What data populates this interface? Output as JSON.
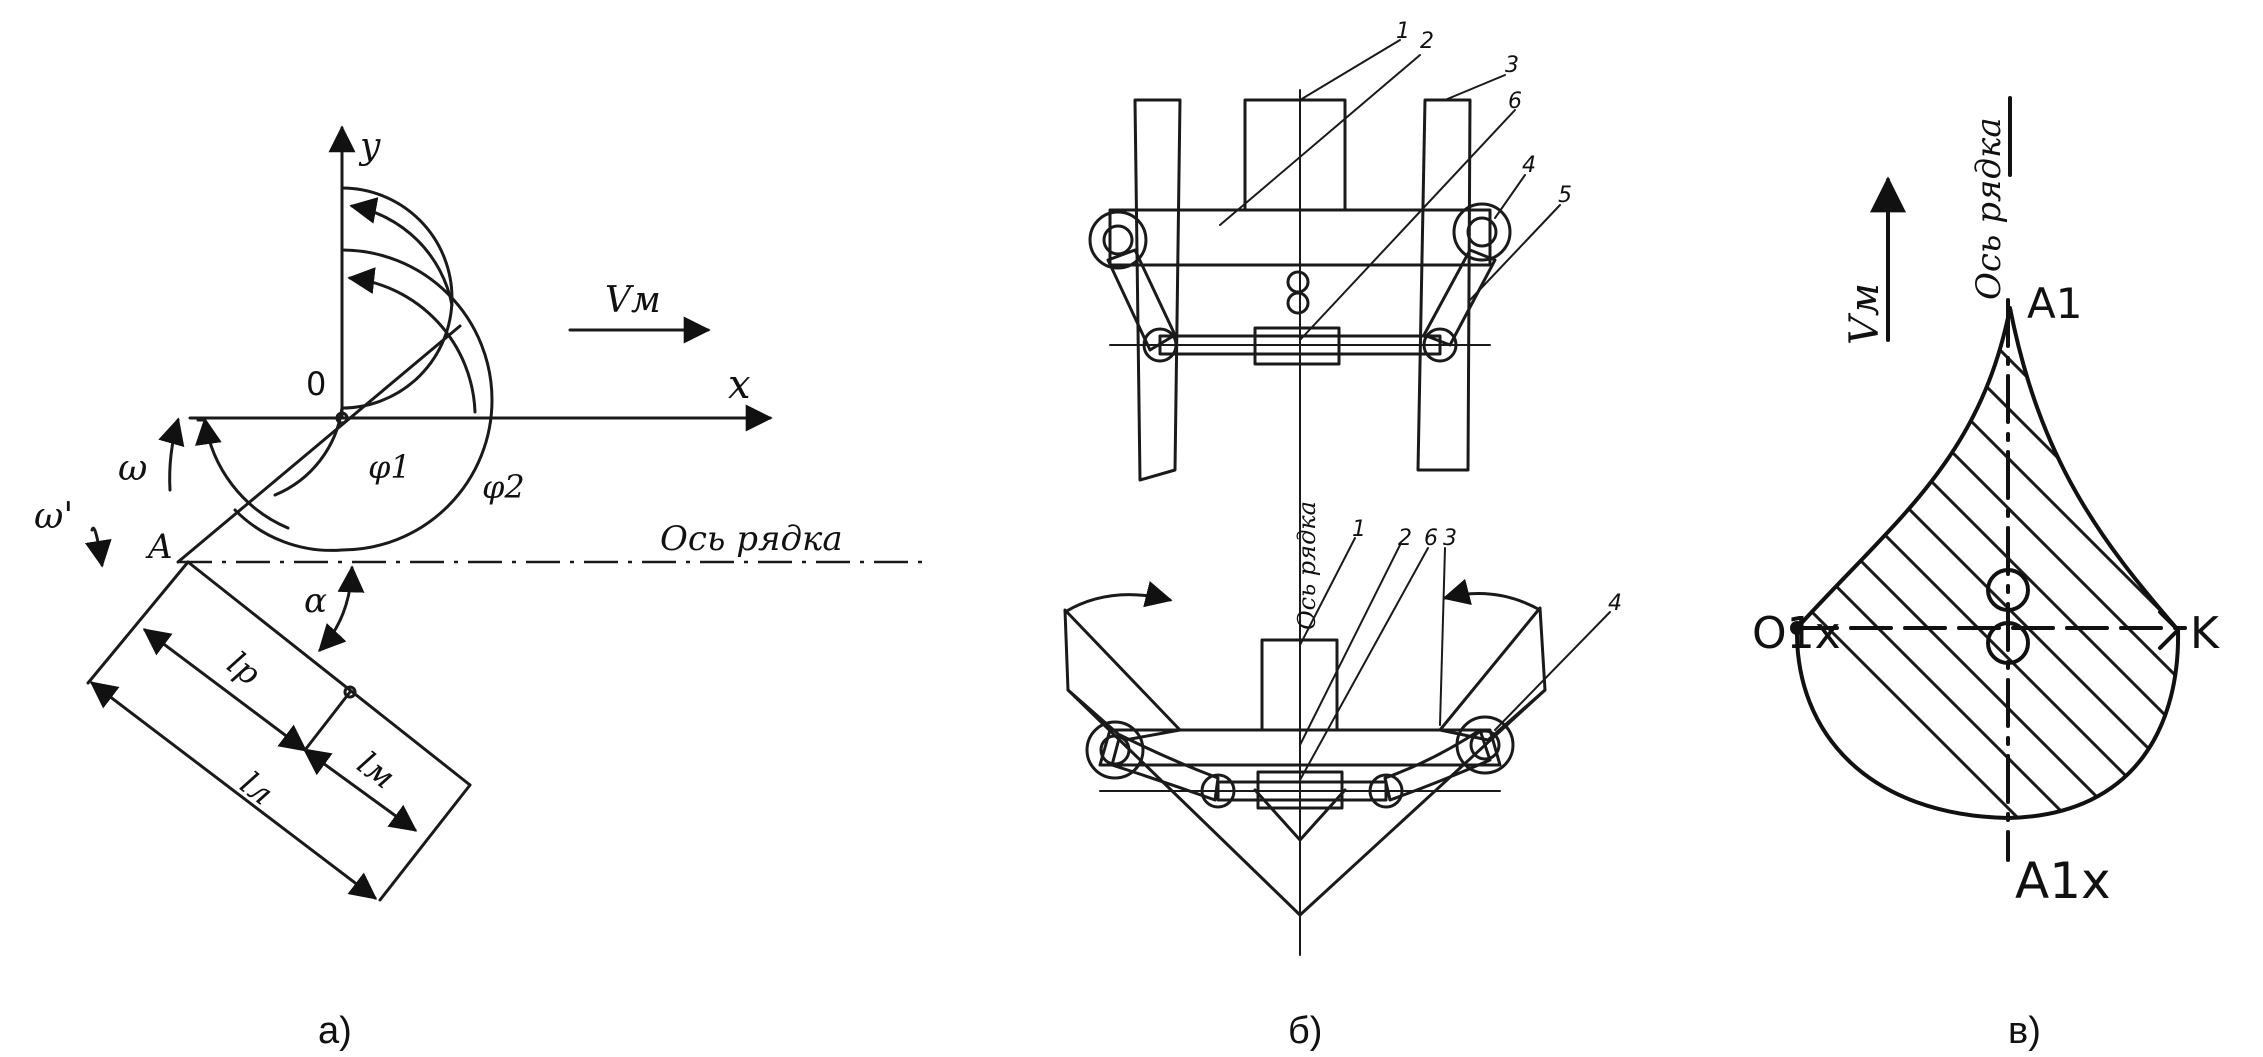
{
  "panel_a": {
    "axis_y": "y",
    "axis_x": "x",
    "origin": "0",
    "velocity": "Vм",
    "omega": "ω",
    "omega_prime": "ω'",
    "point_a": "A",
    "phi1": "φ1",
    "phi2": "φ2",
    "alpha": "α",
    "row_axis": "Ось рядка",
    "len_p": "lр",
    "len_m": "lм",
    "len_l": "lл",
    "caption": "а)"
  },
  "panel_b": {
    "top_labels": [
      "1",
      "2",
      "3",
      "6",
      "4",
      "5"
    ],
    "bottom_labels": [
      "1",
      "2",
      "6",
      "3",
      "4"
    ],
    "row_axis": "Ось рядка",
    "caption": "б)"
  },
  "panel_v": {
    "velocity": "Vм",
    "row_axis": "Ось рядка",
    "point_a1": "A1",
    "point_a1x": "A1x",
    "point_o1x": "O1x",
    "point_k": "K",
    "caption": "в)"
  }
}
